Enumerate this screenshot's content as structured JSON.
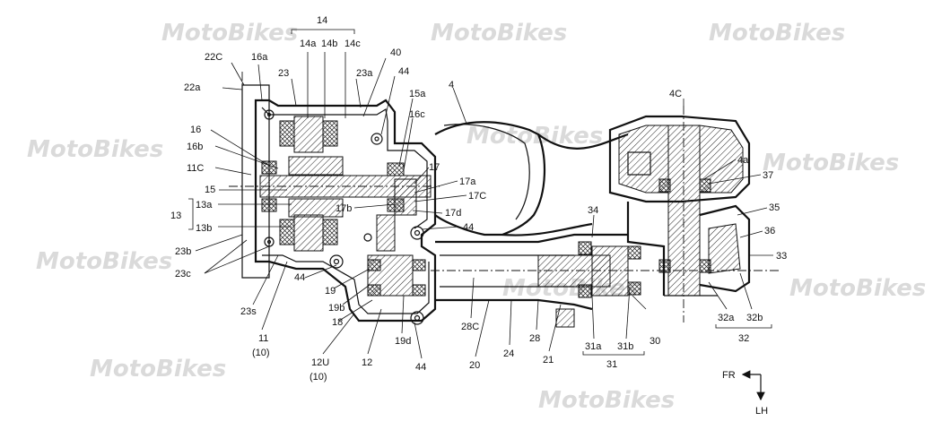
{
  "watermark": {
    "text": "MotoBikes"
  },
  "direction": {
    "forward": "FR",
    "left": "LH"
  },
  "labels": [
    {
      "id": "l14",
      "text": "14"
    },
    {
      "id": "l14a",
      "text": "14a"
    },
    {
      "id": "l14b",
      "text": "14b"
    },
    {
      "id": "l14c",
      "text": "14c"
    },
    {
      "id": "l40",
      "text": "40"
    },
    {
      "id": "l44a",
      "text": "44"
    },
    {
      "id": "l22C",
      "text": "22C"
    },
    {
      "id": "l16a",
      "text": "16a"
    },
    {
      "id": "l23",
      "text": "23"
    },
    {
      "id": "l23a",
      "text": "23a"
    },
    {
      "id": "l22a",
      "text": "22a"
    },
    {
      "id": "l15a",
      "text": "15a"
    },
    {
      "id": "l16c",
      "text": "16c"
    },
    {
      "id": "l16",
      "text": "16"
    },
    {
      "id": "l16b",
      "text": "16b"
    },
    {
      "id": "l11C",
      "text": "11C"
    },
    {
      "id": "l15",
      "text": "15"
    },
    {
      "id": "l13a",
      "text": "13a"
    },
    {
      "id": "l13",
      "text": "13"
    },
    {
      "id": "l13b",
      "text": "13b"
    },
    {
      "id": "l23b",
      "text": "23b"
    },
    {
      "id": "l23c",
      "text": "23c"
    },
    {
      "id": "l17",
      "text": "17"
    },
    {
      "id": "l17a",
      "text": "17a"
    },
    {
      "id": "l17C",
      "text": "17C"
    },
    {
      "id": "l17b",
      "text": "17b"
    },
    {
      "id": "l17d",
      "text": "17d"
    },
    {
      "id": "l44b",
      "text": "44"
    },
    {
      "id": "l44c",
      "text": "44"
    },
    {
      "id": "l19",
      "text": "19"
    },
    {
      "id": "l19b",
      "text": "19b"
    },
    {
      "id": "l18",
      "text": "18"
    },
    {
      "id": "l23s",
      "text": "23s"
    },
    {
      "id": "l11",
      "text": "11"
    },
    {
      "id": "l10a",
      "text": "(10)"
    },
    {
      "id": "l12U",
      "text": "12U"
    },
    {
      "id": "l10b",
      "text": "(10)"
    },
    {
      "id": "l12",
      "text": "12"
    },
    {
      "id": "l19d",
      "text": "19d"
    },
    {
      "id": "l44d",
      "text": "44"
    },
    {
      "id": "l28C",
      "text": "28C"
    },
    {
      "id": "l20",
      "text": "20"
    },
    {
      "id": "l24",
      "text": "24"
    },
    {
      "id": "l28",
      "text": "28"
    },
    {
      "id": "l21",
      "text": "21"
    },
    {
      "id": "l31a",
      "text": "31a"
    },
    {
      "id": "l31b",
      "text": "31b"
    },
    {
      "id": "l31",
      "text": "31"
    },
    {
      "id": "l30",
      "text": "30"
    },
    {
      "id": "l4",
      "text": "4"
    },
    {
      "id": "l34",
      "text": "34"
    },
    {
      "id": "l4C",
      "text": "4C"
    },
    {
      "id": "l4a",
      "text": "4a"
    },
    {
      "id": "l37",
      "text": "37"
    },
    {
      "id": "l35",
      "text": "35"
    },
    {
      "id": "l36",
      "text": "36"
    },
    {
      "id": "l33",
      "text": "33"
    },
    {
      "id": "l32a",
      "text": "32a"
    },
    {
      "id": "l32b",
      "text": "32b"
    },
    {
      "id": "l32",
      "text": "32"
    }
  ]
}
